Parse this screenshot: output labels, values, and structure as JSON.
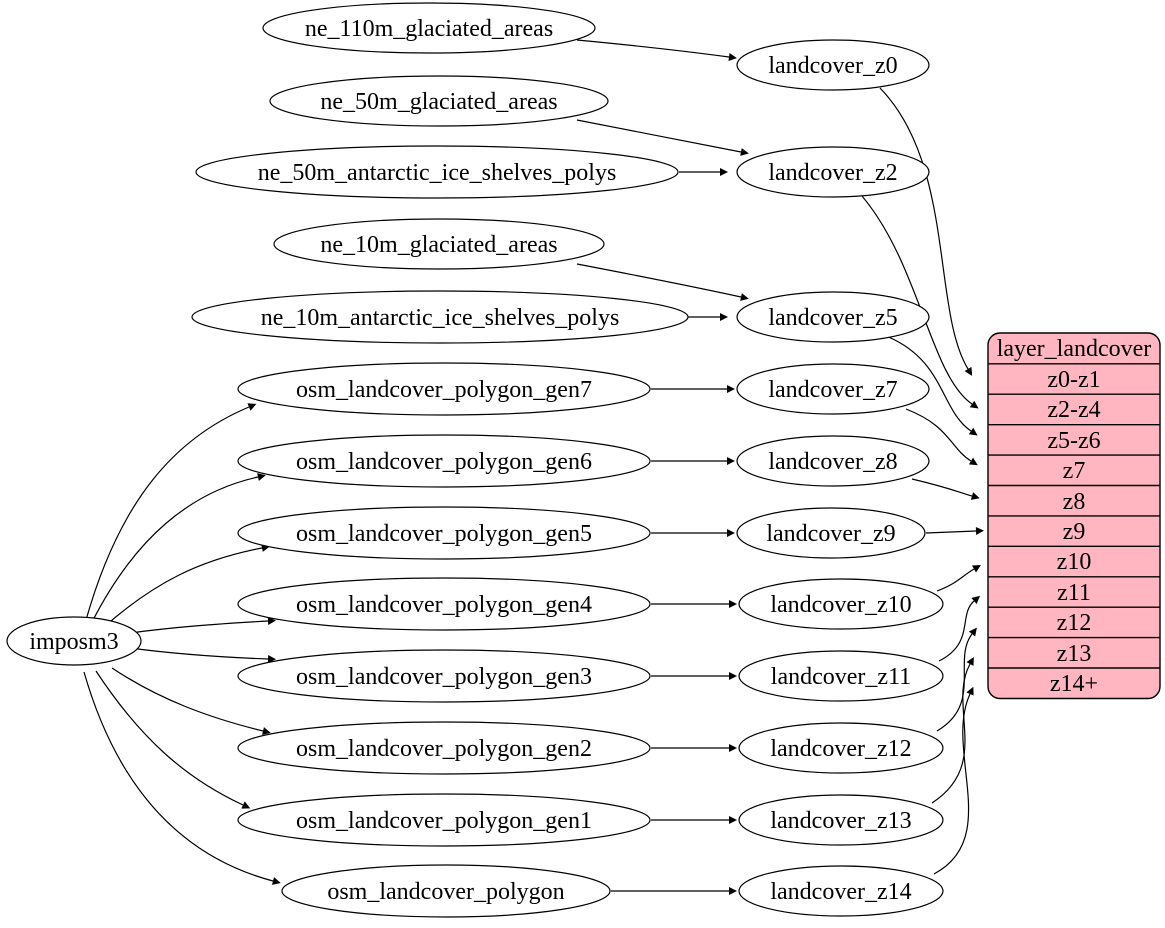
{
  "colors": {
    "background": "#ffffff",
    "node_fill": "#ffffff",
    "node_stroke": "#000000",
    "edge": "#000000",
    "text": "#000000",
    "table_fill": "#ffb6c1",
    "table_stroke": "#000000"
  },
  "labels": {
    "imposm3": "imposm3",
    "ne_110m_glaciated_areas": "ne_110m_glaciated_areas",
    "ne_50m_glaciated_areas": "ne_50m_glaciated_areas",
    "ne_50m_antarctic_ice_shelves_polys": "ne_50m_antarctic_ice_shelves_polys",
    "ne_10m_glaciated_areas": "ne_10m_glaciated_areas",
    "ne_10m_antarctic_ice_shelves_polys": "ne_10m_antarctic_ice_shelves_polys",
    "gen7": "osm_landcover_polygon_gen7",
    "gen6": "osm_landcover_polygon_gen6",
    "gen5": "osm_landcover_polygon_gen5",
    "gen4": "osm_landcover_polygon_gen4",
    "gen3": "osm_landcover_polygon_gen3",
    "gen2": "osm_landcover_polygon_gen2",
    "gen1": "osm_landcover_polygon_gen1",
    "osm_landcover_polygon": "osm_landcover_polygon",
    "z0": "landcover_z0",
    "z2": "landcover_z2",
    "z5": "landcover_z5",
    "z7": "landcover_z7",
    "z8": "landcover_z8",
    "z9": "landcover_z9",
    "z10": "landcover_z10",
    "z11": "landcover_z11",
    "z12": "landcover_z12",
    "z13": "landcover_z13",
    "z14": "landcover_z14"
  },
  "table": {
    "title": "layer_landcover",
    "rows": [
      "z0-z1",
      "z2-z4",
      "z5-z6",
      "z7",
      "z8",
      "z9",
      "z10",
      "z11",
      "z12",
      "z13",
      "z14+"
    ]
  },
  "edges": [
    {
      "from": "imposm3",
      "to": "osm_landcover_polygon_gen7"
    },
    {
      "from": "imposm3",
      "to": "osm_landcover_polygon_gen6"
    },
    {
      "from": "imposm3",
      "to": "osm_landcover_polygon_gen5"
    },
    {
      "from": "imposm3",
      "to": "osm_landcover_polygon_gen4"
    },
    {
      "from": "imposm3",
      "to": "osm_landcover_polygon_gen3"
    },
    {
      "from": "imposm3",
      "to": "osm_landcover_polygon_gen2"
    },
    {
      "from": "imposm3",
      "to": "osm_landcover_polygon_gen1"
    },
    {
      "from": "imposm3",
      "to": "osm_landcover_polygon"
    },
    {
      "from": "ne_110m_glaciated_areas",
      "to": "landcover_z0"
    },
    {
      "from": "ne_50m_glaciated_areas",
      "to": "landcover_z2"
    },
    {
      "from": "ne_50m_antarctic_ice_shelves_polys",
      "to": "landcover_z2"
    },
    {
      "from": "ne_10m_glaciated_areas",
      "to": "landcover_z5"
    },
    {
      "from": "ne_10m_antarctic_ice_shelves_polys",
      "to": "landcover_z5"
    },
    {
      "from": "osm_landcover_polygon_gen7",
      "to": "landcover_z7"
    },
    {
      "from": "osm_landcover_polygon_gen6",
      "to": "landcover_z8"
    },
    {
      "from": "osm_landcover_polygon_gen5",
      "to": "landcover_z9"
    },
    {
      "from": "osm_landcover_polygon_gen4",
      "to": "landcover_z10"
    },
    {
      "from": "osm_landcover_polygon_gen3",
      "to": "landcover_z11"
    },
    {
      "from": "osm_landcover_polygon_gen2",
      "to": "landcover_z12"
    },
    {
      "from": "osm_landcover_polygon_gen1",
      "to": "landcover_z13"
    },
    {
      "from": "osm_landcover_polygon",
      "to": "landcover_z14"
    },
    {
      "from": "landcover_z0",
      "to": "layer_landcover:z0-z1"
    },
    {
      "from": "landcover_z2",
      "to": "layer_landcover:z2-z4"
    },
    {
      "from": "landcover_z5",
      "to": "layer_landcover:z5-z6"
    },
    {
      "from": "landcover_z7",
      "to": "layer_landcover:z7"
    },
    {
      "from": "landcover_z8",
      "to": "layer_landcover:z8"
    },
    {
      "from": "landcover_z9",
      "to": "layer_landcover:z9"
    },
    {
      "from": "landcover_z10",
      "to": "layer_landcover:z10"
    },
    {
      "from": "landcover_z11",
      "to": "layer_landcover:z11"
    },
    {
      "from": "landcover_z12",
      "to": "layer_landcover:z12"
    },
    {
      "from": "landcover_z13",
      "to": "layer_landcover:z13"
    },
    {
      "from": "landcover_z14",
      "to": "layer_landcover:z14+"
    }
  ]
}
